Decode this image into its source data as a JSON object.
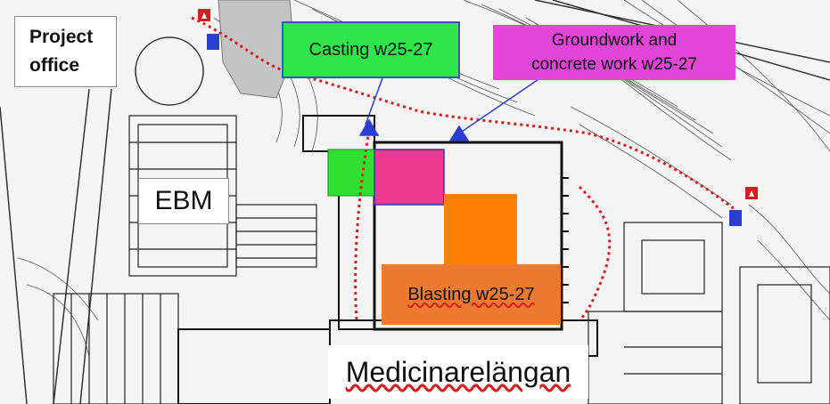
{
  "labels": {
    "project_office": [
      "Project",
      "office"
    ],
    "ebm": "EBM",
    "medicinarelangan": "Medicinarelängan"
  },
  "activities": {
    "casting": {
      "label": "Casting w25-27",
      "color": "#2ee64a"
    },
    "groundwork": {
      "line1": "Groundwork and",
      "line2": "concrete work w25-27",
      "color": "#e246d6"
    },
    "blasting": {
      "label": "Blasting w25-27",
      "color": "#ee7a30"
    }
  },
  "colors": {
    "route": "#d11f1f",
    "pointer": "#2a3fd1",
    "blast_zone": "#ff8000",
    "ground_zone": "#f0388f",
    "cast_zone": "#30e030"
  },
  "icons": [
    "fire-icon",
    "gate-icon"
  ]
}
